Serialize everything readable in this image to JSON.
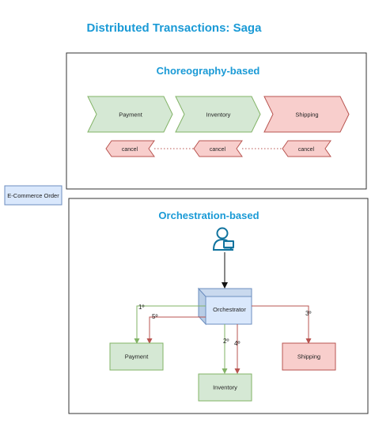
{
  "title": "Distributed Transactions: Saga",
  "ecommerce_label": "E-Commerce Order",
  "choreography": {
    "heading": "Choreography-based",
    "steps": [
      "Payment",
      "Inventory",
      "Shipping"
    ],
    "cancels": [
      "cancel",
      "cancel",
      "cancel"
    ]
  },
  "orchestration": {
    "heading": "Orchestration-based",
    "orchestrator_label": "Orchestrator",
    "user_icon": "user-at-computer-icon",
    "services": {
      "payment": "Payment",
      "inventory": "Inventory",
      "shipping": "Shipping"
    },
    "step_labels": {
      "payment_request": "1º",
      "inventory_request": "2º",
      "shipping_request": "3º",
      "inventory_compensate": "4º",
      "payment_compensate": "5º"
    }
  },
  "colors": {
    "title_blue": "#1a9ad6",
    "success_fill": "#d5e8d4",
    "success_stroke": "#82b366",
    "failure_fill": "#f8cecc",
    "failure_stroke": "#b85450",
    "info_fill": "#dae8fc",
    "info_stroke": "#6c8ebf"
  }
}
